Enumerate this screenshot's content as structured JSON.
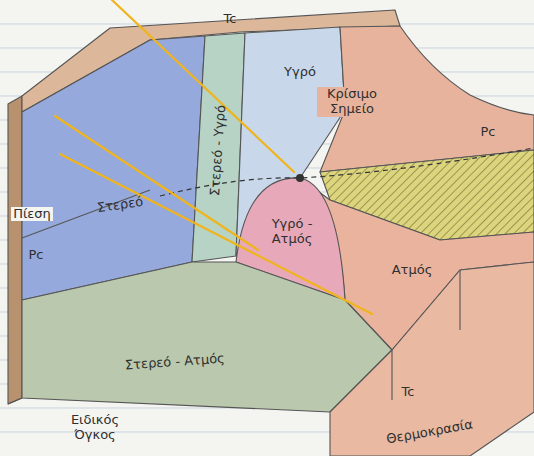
{
  "diagram": {
    "labels": [
      "Tc",
      "Στερεό",
      "Υγρό",
      "Στερεό - Υγρό",
      "Κρίσιμο Σημείο",
      "Pc",
      "Πίεση",
      "Pc",
      "Υγρό - Ατμός",
      "Ατμός",
      "Στερεό - Ατμός",
      "Tc",
      "Ειδικός Όγκος",
      "Θερμοκρασία"
    ]
  }
}
